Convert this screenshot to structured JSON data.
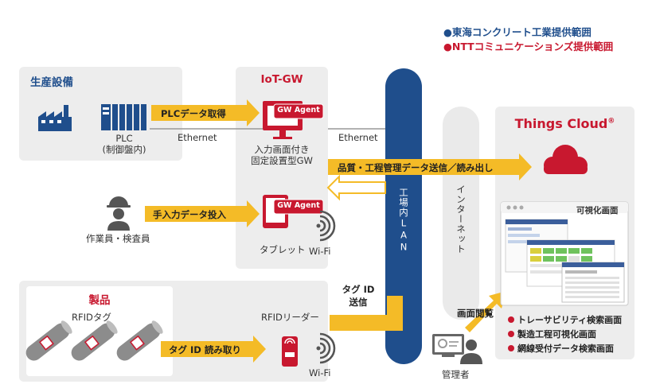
{
  "legend": {
    "tokai": "●東海コンクリート工業提供範囲",
    "ntt": "●NTTコミュニケーションズ提供範囲",
    "tokai_color": "#1f4e8c",
    "ntt_color": "#c8182f"
  },
  "production": {
    "title": "生産設備",
    "plc_label": "PLC",
    "plc_sub": "(制御盤内)"
  },
  "iot_gw": {
    "title": "IoT-GW",
    "agent_label": "GW Agent",
    "fixed_gw_label_1": "入力画面付き",
    "fixed_gw_label_2": "固定設置型GW",
    "tablet_label": "タブレット",
    "wifi_label": "Wi-Fi"
  },
  "arrows": {
    "plc_data": "PLCデータ取得",
    "manual_input": "手入力データ投入",
    "quality_data": "品質・工程管理データ送信／読み出し",
    "tag_read": "タグ ID 読み取り",
    "tag_send_1": "タグ ID",
    "tag_send_2": "送信",
    "screen_view": "画面閲覧"
  },
  "network": {
    "ethernet_1": "Ethernet",
    "ethernet_2": "Ethernet",
    "factory_lan": "工場内LAN",
    "internet": "インターネット"
  },
  "worker": {
    "label": "作業員・検査員"
  },
  "product": {
    "title": "製品",
    "rfid_tag": "RFIDタグ",
    "reader": "RFIDリーダー",
    "wifi_label": "Wi-Fi"
  },
  "things_cloud": {
    "title": "Things Cloud",
    "registered": "®",
    "viz_title": "可視化画面",
    "bullets": [
      "トレーサビリティ検索画面",
      "製造工程可視化画面",
      "網線受付データ検索画面"
    ]
  },
  "manager": {
    "label": "管理者"
  },
  "icons": [
    "factory-icon",
    "plc-icon",
    "monitor-icon",
    "tablet-icon",
    "worker-icon",
    "cloud-icon",
    "rfid-tag-icon",
    "rfid-reader-icon",
    "wifi-icon",
    "manager-icon",
    "dashboard-icon"
  ]
}
